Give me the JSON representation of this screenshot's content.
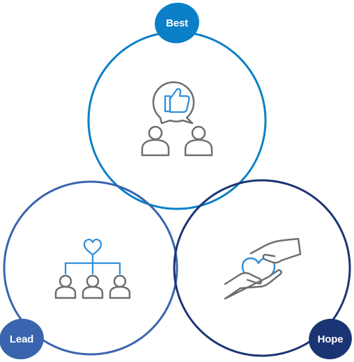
{
  "badges": {
    "best": {
      "label": "Best",
      "color": "#0b7fc8"
    },
    "lead": {
      "label": "Lead",
      "color": "#3a64ae"
    },
    "hope": {
      "label": "Hope",
      "color": "#1b3473"
    }
  },
  "circles": {
    "best": {
      "stroke": "#0b7fc8",
      "icon": "thumbs-up-people-icon"
    },
    "lead": {
      "stroke": "#3a64ae",
      "icon": "heart-hierarchy-people-icon"
    },
    "hope": {
      "stroke": "#1b3473",
      "icon": "hands-holding-heart-icon"
    }
  },
  "icon_colors": {
    "outline": "#6b6e72",
    "accent": "#2f8fdc"
  }
}
